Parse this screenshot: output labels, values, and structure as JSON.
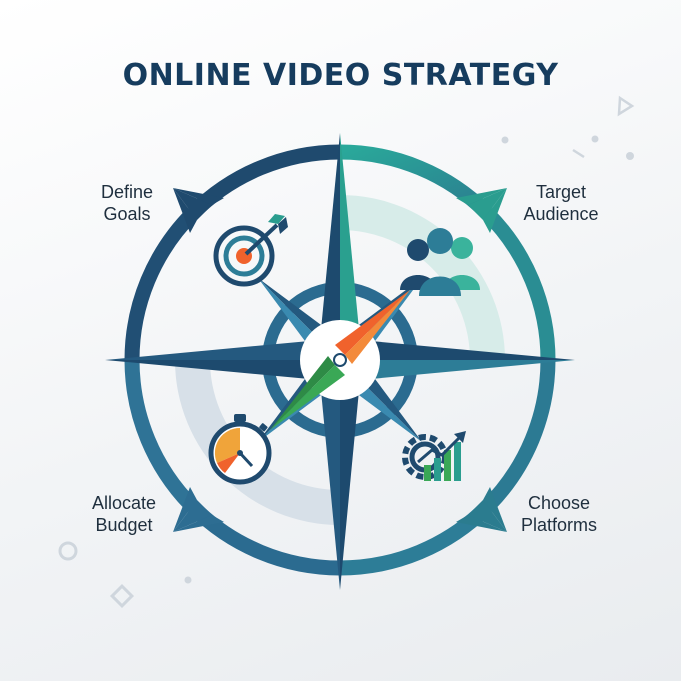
{
  "title": "ONLINE VIDEO STRATEGY",
  "quadrants": [
    {
      "line1": "Define",
      "line2": "Goals",
      "icon": "target-icon"
    },
    {
      "line1": "Target",
      "line2": "Audience",
      "icon": "audience-icon"
    },
    {
      "line1": "Allocate",
      "line2": "Budget",
      "icon": "stopwatch-icon"
    },
    {
      "line1": "Choose",
      "line2": "Platforms",
      "icon": "gear-chart-icon"
    }
  ],
  "colors": {
    "navy": "#1d4a6e",
    "blue": "#2d6d92",
    "teal": "#2a9d8f",
    "orange": "#f0622c",
    "green": "#3aa856",
    "title": "#163c5e"
  }
}
